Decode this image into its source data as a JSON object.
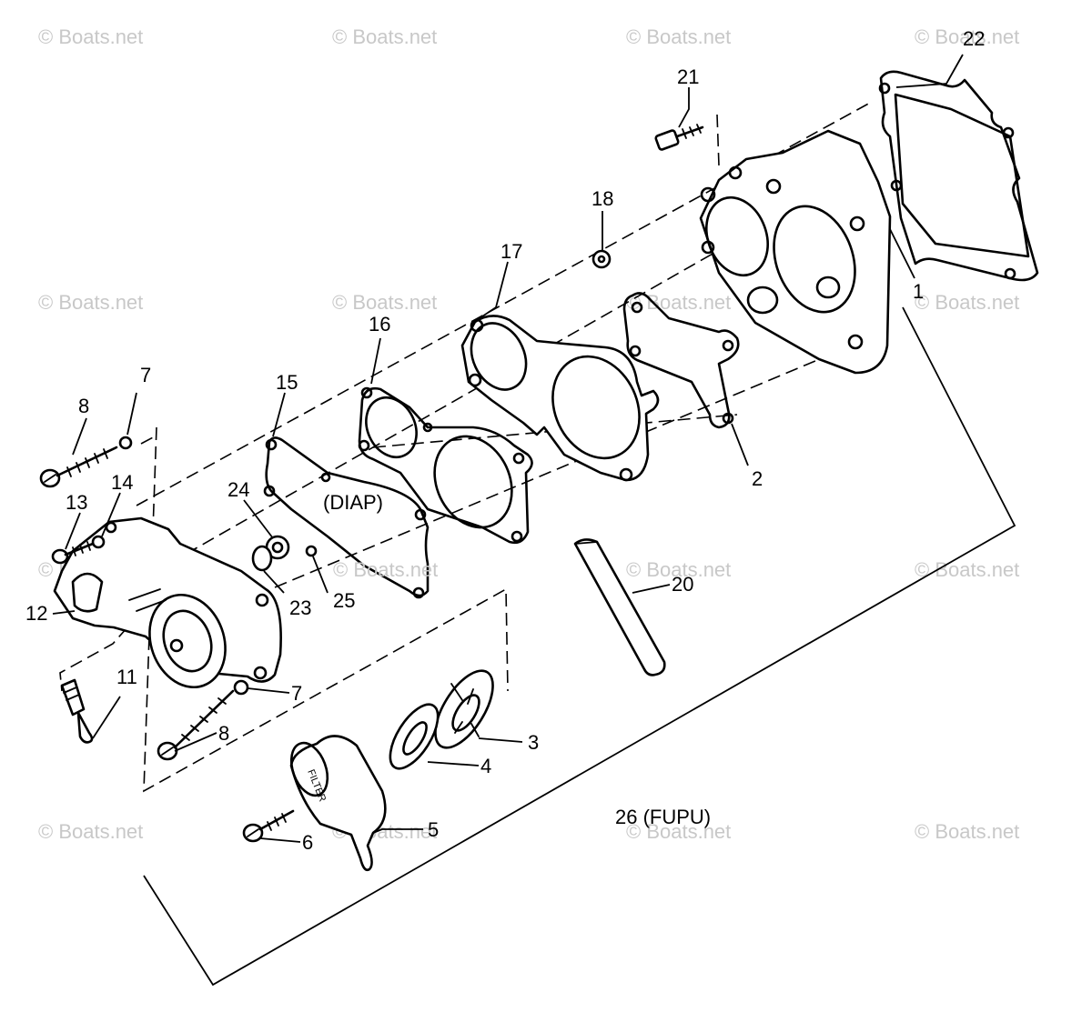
{
  "watermark": "© Boats.net",
  "callouts": {
    "c1": "1",
    "c2": "2",
    "c3": "3",
    "c4": "4",
    "c5": "5",
    "c6": "6",
    "c7a": "7",
    "c7b": "7",
    "c8a": "8",
    "c8b": "8",
    "c11": "11",
    "c12": "12",
    "c13": "13",
    "c14": "14",
    "c15": "15",
    "c16": "16",
    "c17": "17",
    "c18": "18",
    "c20": "20",
    "c21": "21",
    "c22": "22",
    "c23": "23",
    "c24": "24",
    "c25": "25",
    "c26": "26 (FUPU)"
  },
  "labels": {
    "diap": "(DIAP)",
    "filter": "FILTER"
  }
}
